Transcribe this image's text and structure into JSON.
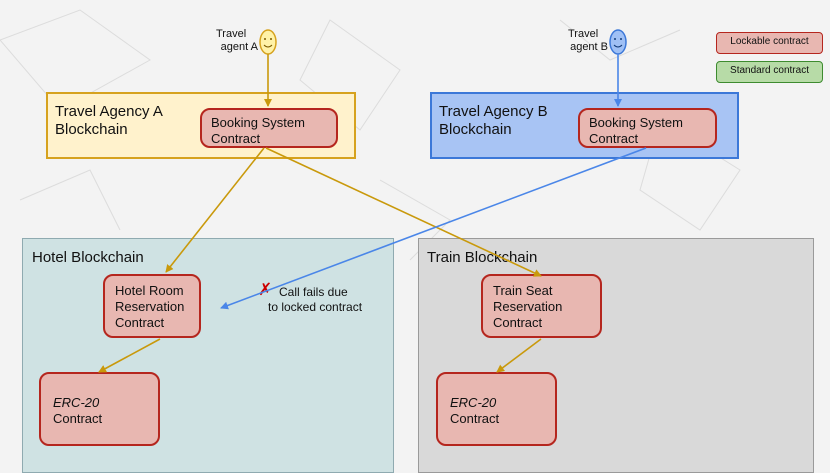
{
  "colors": {
    "lockable_fill": "#e8b7b1",
    "lockable_border": "#b5261e",
    "standard_fill": "#b7dba7",
    "standard_border": "#3d8b2f",
    "agency_a_fill": "#fff2cc",
    "agency_a_border": "#d6a21e",
    "agency_b_fill": "#a8c4f4",
    "agency_b_border": "#3c78d8",
    "hotel_fill": "#cfe2e3",
    "hotel_border": "#8faab0",
    "train_fill": "#d9d9d9",
    "train_border": "#9a9a9a",
    "arrow_gold": "#c9990b",
    "arrow_blue": "#4a86e8",
    "fail_mark": "#cc0000"
  },
  "legend": {
    "lockable": "Lockable contract",
    "standard": "Standard contract"
  },
  "agents": {
    "a": {
      "line1": "Travel",
      "line2": "agent A",
      "icon": "smiley-face-icon"
    },
    "b": {
      "line1": "Travel",
      "line2": "agent B",
      "icon": "smiley-face-icon"
    }
  },
  "zones": {
    "agency_a": {
      "line1": "Travel Agency A",
      "line2": "Blockchain"
    },
    "agency_b": {
      "line1": "Travel Agency B",
      "line2": "Blockchain"
    },
    "hotel": {
      "title": "Hotel Blockchain"
    },
    "train": {
      "title": "Train Blockchain"
    }
  },
  "contracts": {
    "booking_a": {
      "line1": "Booking System",
      "line2": "Contract"
    },
    "booking_b": {
      "line1": "Booking System",
      "line2": "Contract"
    },
    "hotel_room": {
      "line1": "Hotel Room",
      "line2": "Reservation",
      "line3": "Contract"
    },
    "train_seat": {
      "line1": "Train Seat",
      "line2": "Reservation",
      "line3": "Contract"
    },
    "erc_hotel": {
      "line1": "ERC-20",
      "line2": "Contract"
    },
    "erc_train": {
      "line1": "ERC-20",
      "line2": "Contract"
    }
  },
  "note": {
    "mark": "✗",
    "line1": "Call fails due",
    "line2": "to locked contract"
  }
}
